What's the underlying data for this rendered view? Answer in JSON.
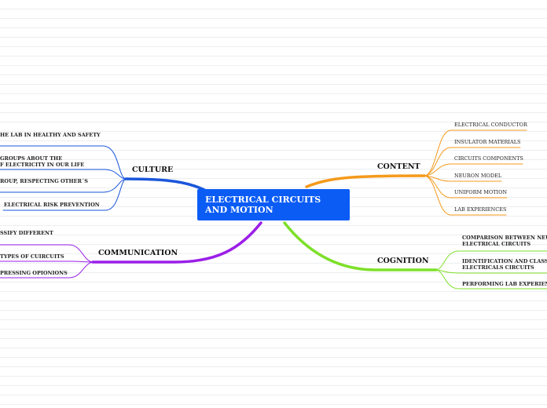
{
  "central": {
    "line1": "ELECTRICAL CIRCUITS",
    "line2": "AND MOTION"
  },
  "colors": {
    "background": "#ffffff",
    "central": "#0a5cf5",
    "culture": "#1a56db",
    "content": "#f59a1b",
    "cognition": "#7ee02a",
    "communication": "#9b1fe8"
  },
  "culture": {
    "title": "CULTURE",
    "items": [
      "HE LAB IN HEALTHY AND SAFETY",
      "GROUPS ABOUT THE",
      "F ELECTRICITY IN OUR LIFE",
      "ROUP, RESPECTING OTHER´S",
      "ELECTRICAL RISK PREVENTION"
    ]
  },
  "communication": {
    "title": "COMMUNICATION",
    "items": [
      "SSIFY DIFFERENT",
      " TYPES OF CUIRCUITS",
      "PRESSING OPIONIONS"
    ]
  },
  "content": {
    "title": "CONTENT",
    "items": [
      "ELECTRICAL CONDUCTOR",
      "INSULATOR MATERIALS",
      "CIRCUITS COMPONENTS",
      "NEURON MODEL",
      "UNIFORM MOTION",
      "LAB EXPERIENCES"
    ]
  },
  "cognition": {
    "title": "COGNITION",
    "items": [
      "COMPARISON BETWEEN NEURO",
      "ELECTRICAL CIRCUITS",
      "IDENTIFICATION AND CLASSIF",
      "ELECTRICALS CIRCUITS",
      "PERFORMING LAB EXPERIENCE"
    ]
  }
}
